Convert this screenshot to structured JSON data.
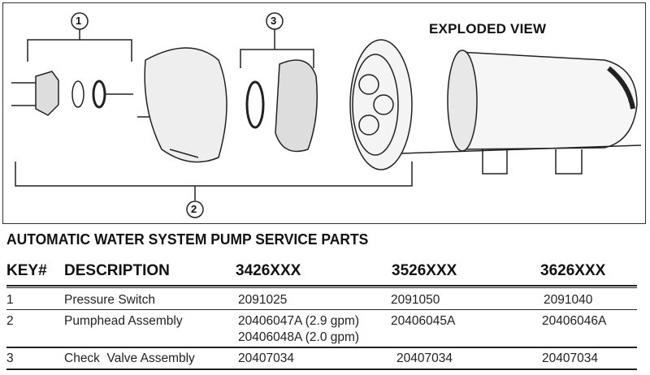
{
  "diagram": {
    "heading": "EXPLODED VIEW",
    "callouts": [
      "1",
      "2",
      "3"
    ]
  },
  "title": "AUTOMATIC WATER SYSTEM PUMP SERVICE PARTS",
  "table": {
    "headers": [
      "KEY#",
      "DESCRIPTION",
      "3426XXX",
      "3526XXX",
      "3626XXX"
    ],
    "rows": [
      {
        "key": "1",
        "description": "Pressure Switch",
        "c1": "2091025",
        "c1b": "",
        "c2": "2091050",
        "c3": "2091040"
      },
      {
        "key": "2",
        "description": "Pumphead Assembly",
        "c1": "20406047A (2.9 gpm)",
        "c1b": "20406048A (2.0 gpm)",
        "c2": "20406045A",
        "c3": "20406046A"
      },
      {
        "key": "3",
        "description": "Check  Valve Assembly",
        "c1": "20407034",
        "c1b": "",
        "c2": "20407034",
        "c3": "20407034"
      }
    ]
  }
}
